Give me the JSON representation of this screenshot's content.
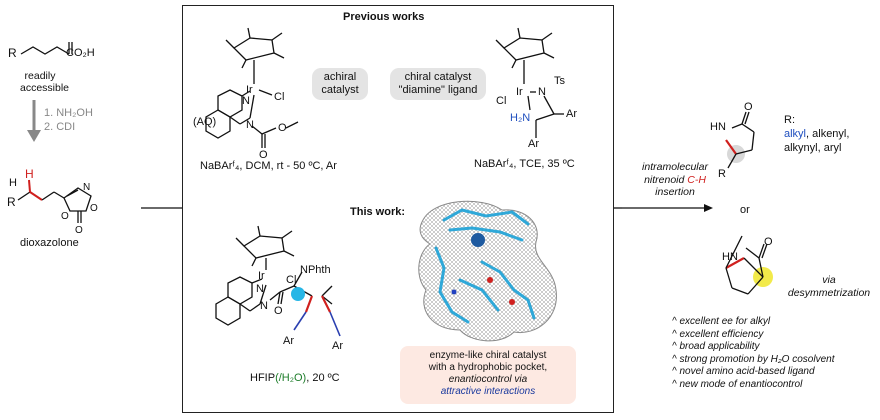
{
  "left": {
    "substrate_label": "readily accessible",
    "step1": "1. NH₂OH",
    "step2": "2. CDI",
    "product_label": "dioxazolone",
    "atoms": {
      "R": "R",
      "CO2H": "CO₂H",
      "H": "H",
      "O": "O",
      "N": "N"
    }
  },
  "prev": {
    "title": "Previous works",
    "achiral_label": "achiral catalyst",
    "chiral_label": "chiral catalyst \"diamine\" ligand",
    "aq": "(AQ)",
    "cond1": "NaBArᶠ₄, DCM, rt - 50 ºC, Ar",
    "cond2": "NaBArᶠ₄, TCE, 35 ºC",
    "atoms": {
      "Ir": "Ir",
      "Cl": "Cl",
      "N": "N",
      "O": "O",
      "Ts": "Ts",
      "H2N": "H₂N",
      "Ar": "Ar"
    }
  },
  "this_work": {
    "title": "This work:",
    "nphth": "NPhth",
    "solvent_a": "HFIP",
    "solvent_b": "(/H₂O)",
    "solvent_c": ", 20 ºC",
    "box_line1": "enzyme-like chiral catalyst",
    "box_line2": "with a hydrophobic pocket,",
    "box_line3": "enantiocontrol via",
    "box_line4": "attractive interactions",
    "atoms": {
      "Ir": "Ir",
      "Cl": "Cl",
      "N": "N",
      "O": "O",
      "Ar": "Ar"
    }
  },
  "reaction": {
    "line1": "intramolecular",
    "line2a": "nitrenoid ",
    "line2b": "C-H",
    "line3": "insertion"
  },
  "right": {
    "r_label": "R:",
    "r_alkyl": "alkyl",
    "r_rest1": ", alkenyl,",
    "r_rest2": "alkynyl, aryl",
    "or": "or",
    "via1": "via",
    "via2": "desymmetrization",
    "atoms": {
      "HN": "HN",
      "O": "O",
      "R": "R"
    }
  },
  "advantages": [
    "^ excellent ee for alkyl",
    "^ excellent efficiency",
    "^ broad applicability",
    "^ strong promotion by H₂O cosolvent",
    "^ novel amino acid-based ligand",
    "^ new mode of enantiocontrol"
  ],
  "colors": {
    "red": "#d0201e",
    "blue": "#1f4fbf",
    "green": "#1d7d2a",
    "highlight": "#27b6e6",
    "yellow": "#f2ea4a",
    "pink": "#fde9e2"
  }
}
